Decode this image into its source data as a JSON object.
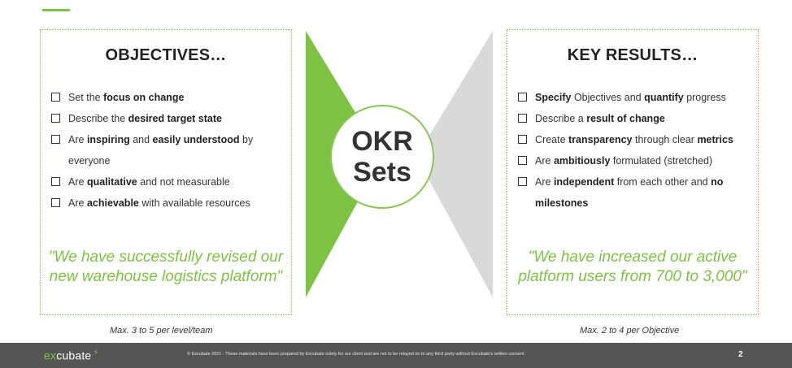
{
  "objectives": {
    "title": "OBJECTIVES…",
    "bullets": [
      {
        "parts": [
          {
            "t": "Set the ",
            "b": false
          },
          {
            "t": "focus on change",
            "b": true
          }
        ]
      },
      {
        "parts": [
          {
            "t": "Describe the ",
            "b": false
          },
          {
            "t": "desired target state",
            "b": true
          }
        ]
      },
      {
        "parts": [
          {
            "t": "Are ",
            "b": false
          },
          {
            "t": "inspiring",
            "b": true
          },
          {
            "t": " and ",
            "b": false
          },
          {
            "t": "easily understood",
            "b": true
          },
          {
            "t": " by everyone",
            "b": false
          }
        ]
      },
      {
        "parts": [
          {
            "t": "Are ",
            "b": false
          },
          {
            "t": "qualitative",
            "b": true
          },
          {
            "t": " and not measurable",
            "b": false
          }
        ]
      },
      {
        "parts": [
          {
            "t": "Are ",
            "b": false
          },
          {
            "t": "achievable",
            "b": true
          },
          {
            "t": " with available resources",
            "b": false
          }
        ]
      }
    ],
    "quote": "\"We have successfully revised our new warehouse logistics platform\"",
    "caption": "Max. 3 to 5 per level/team"
  },
  "key_results": {
    "title": "KEY RESULTS…",
    "bullets": [
      {
        "parts": [
          {
            "t": "Specify",
            "b": true
          },
          {
            "t": " Objectives and ",
            "b": false
          },
          {
            "t": "quantify",
            "b": true
          },
          {
            "t": " progress",
            "b": false
          }
        ]
      },
      {
        "parts": [
          {
            "t": "Describe a ",
            "b": false
          },
          {
            "t": "result of change",
            "b": true
          }
        ]
      },
      {
        "parts": [
          {
            "t": "Create ",
            "b": false
          },
          {
            "t": "transparency",
            "b": true
          },
          {
            "t": " through clear ",
            "b": false
          },
          {
            "t": "metrics",
            "b": true
          }
        ]
      },
      {
        "parts": [
          {
            "t": "Are ",
            "b": false
          },
          {
            "t": "ambitiously",
            "b": true
          },
          {
            "t": " formulated (stretched)",
            "b": false
          }
        ]
      },
      {
        "parts": [
          {
            "t": "Are ",
            "b": false
          },
          {
            "t": "independent",
            "b": true
          },
          {
            "t": " from each other and ",
            "b": false
          },
          {
            "t": "no milestones",
            "b": true
          }
        ]
      }
    ],
    "quote": "\"We have increased our active platform users from 700 to 3,000\"",
    "caption": "Max. 2 to 4 per Objective"
  },
  "center": {
    "label": "OKR\nSets"
  },
  "footer": {
    "logo_prefix": "ex",
    "logo_suffix": "cubate",
    "copyright": "© Excubate 2021 - These materials have been prepared by Excubate solely for our client and are not to be relayed on to any third party without Excubate's written consent",
    "page_number": "2"
  },
  "colors": {
    "accent_green": "#7dc242",
    "arrow_gray": "#d9d9d9",
    "footer_bg": "#555555"
  }
}
